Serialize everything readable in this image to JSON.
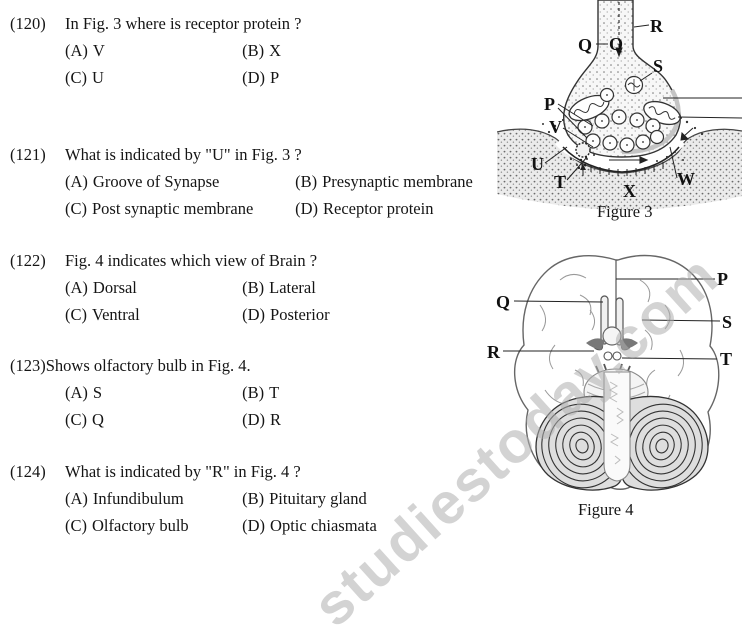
{
  "page": {
    "background": "#ffffff",
    "text_color": "#151515"
  },
  "watermark": {
    "text": "studiestoday.com",
    "color": "#afafaf"
  },
  "questions": [
    {
      "number": "(120)",
      "text": "In Fig. 3 where is receptor protein ?",
      "options": [
        {
          "label": "(A)",
          "text": "V"
        },
        {
          "label": "(B)",
          "text": "X"
        },
        {
          "label": "(C)",
          "text": "U"
        },
        {
          "label": "(D)",
          "text": "P"
        }
      ]
    },
    {
      "number": "(121)",
      "text": "What is indicated by \"U\" in Fig. 3 ?",
      "options": [
        {
          "label": "(A)",
          "text": "Groove of Synapse"
        },
        {
          "label": "(B)",
          "text": "Presynaptic membrane"
        },
        {
          "label": "(C)",
          "text": "Post synaptic membrane"
        },
        {
          "label": "(D)",
          "text": "Receptor protein"
        }
      ]
    },
    {
      "number": "(122)",
      "text": "Fig. 4 indicates which view of Brain ?",
      "options": [
        {
          "label": "(A)",
          "text": "Dorsal"
        },
        {
          "label": "(B)",
          "text": "Lateral"
        },
        {
          "label": "(C)",
          "text": "Ventral"
        },
        {
          "label": "(D)",
          "text": "Posterior"
        }
      ]
    },
    {
      "number": "(123)",
      "text": "Shows olfactory bulb in Fig. 4.",
      "options": [
        {
          "label": "(A)",
          "text": "S"
        },
        {
          "label": "(B)",
          "text": "T"
        },
        {
          "label": "(C)",
          "text": "Q"
        },
        {
          "label": "(D)",
          "text": "R"
        }
      ]
    },
    {
      "number": "(124)",
      "text": "What is indicated by \"R\" in Fig. 4 ?",
      "options": [
        {
          "label": "(A)",
          "text": "Infundibulum"
        },
        {
          "label": "(B)",
          "text": "Pituitary gland"
        },
        {
          "label": "(C)",
          "text": "Olfactory bulb"
        },
        {
          "label": "(D)",
          "text": "Optic chiasmata"
        }
      ]
    }
  ],
  "figure3": {
    "caption": "Figure 3",
    "description": "Synapse diagram: axon ending in synaptic knob with vesicles and mitochondria over a postsynaptic groove",
    "labels": {
      "r": "R",
      "q_outer": "Q",
      "q_inner": "Q",
      "s": "S",
      "p": "P",
      "v": "V",
      "u": "U",
      "t": "T",
      "x": "X",
      "w": "W"
    }
  },
  "figure4": {
    "caption": "Figure 4",
    "description": "Ventral view of human brain with olfactory tracts, optic chiasma and cerebellum",
    "labels": {
      "p": "P",
      "q": "Q",
      "s": "S",
      "r": "R",
      "t": "T"
    }
  }
}
